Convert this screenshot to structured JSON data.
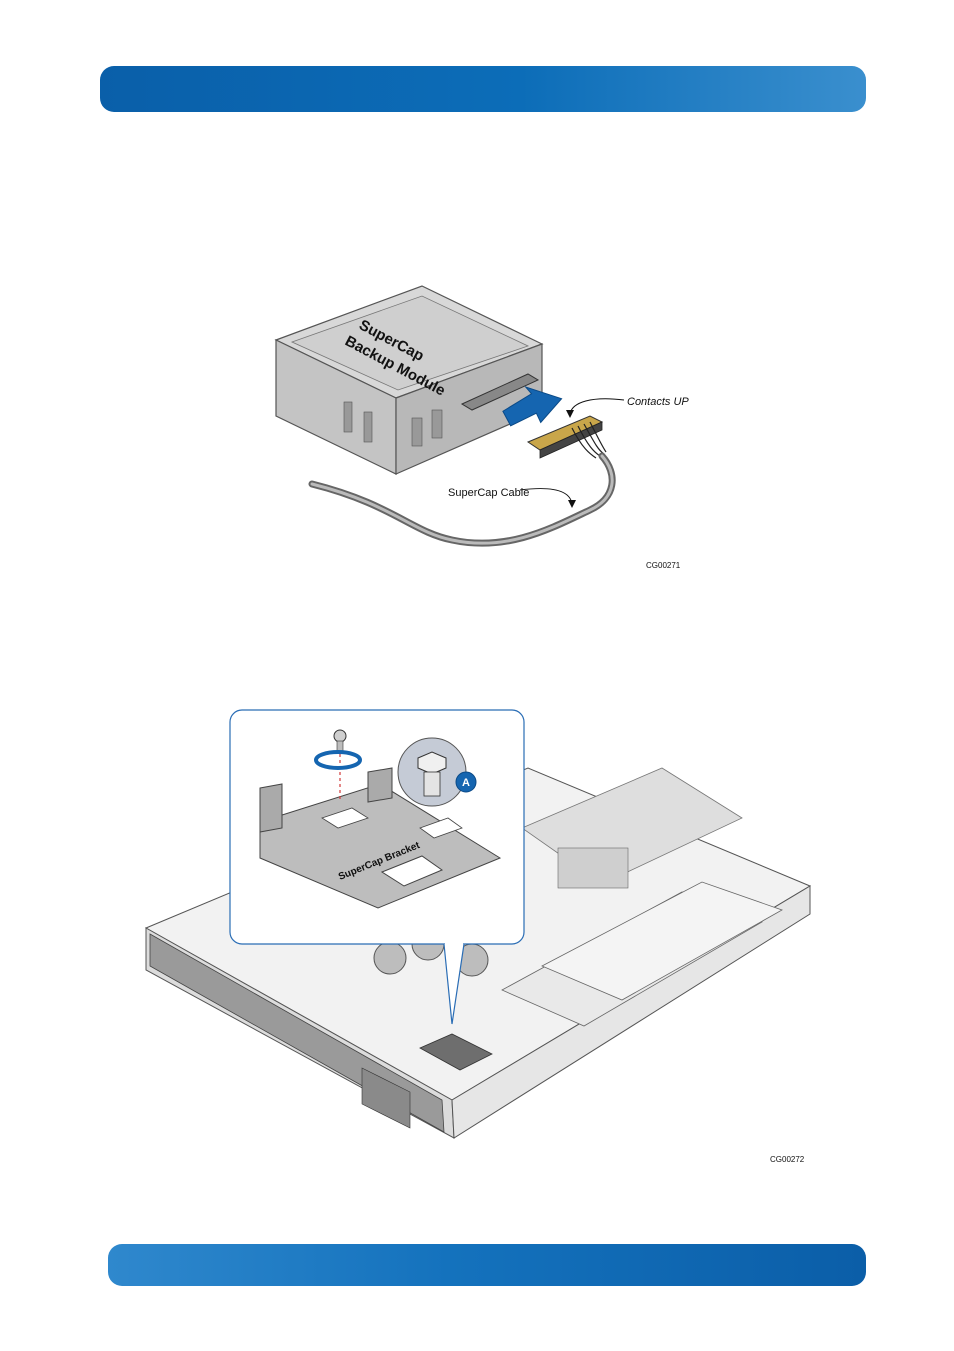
{
  "figure1": {
    "module_label_line1": "SuperCap",
    "module_label_line2": "Backup Module",
    "contacts_label": "Contacts UP",
    "cable_label": "SuperCap Cable",
    "figure_id": "CG00271"
  },
  "figure2": {
    "bracket_label": "SuperCap Bracket",
    "callout_letter": "A",
    "figure_id": "CG00272"
  },
  "colors": {
    "band_dark": "#0a5fa9",
    "band_light": "#3a8fce",
    "arrow_blue": "#1565b0"
  }
}
